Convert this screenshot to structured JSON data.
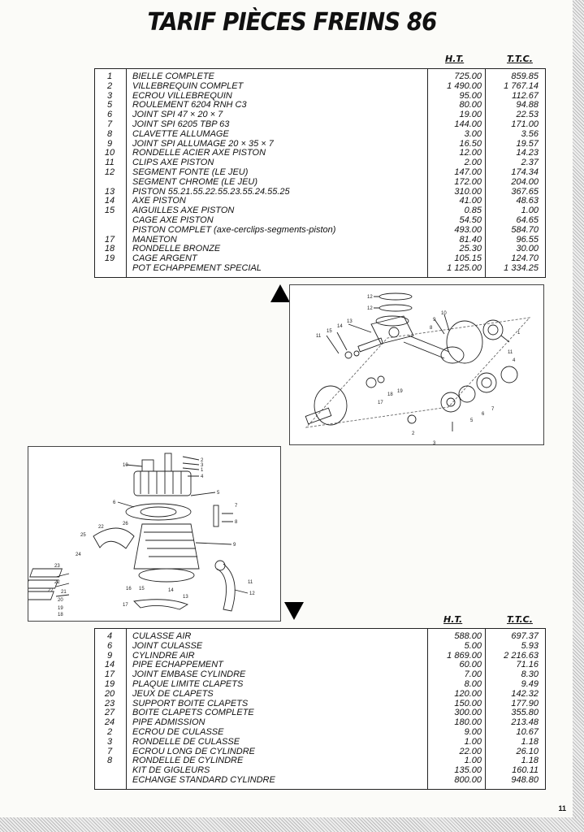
{
  "title": "TARIF PIÈCES FREINS 86",
  "col_ht": "H.T.",
  "col_ttc": "T.T.C.",
  "table1": [
    {
      "n": "1",
      "label": "BIELLE COMPLETE",
      "ht": "725.00",
      "ttc": "859.85"
    },
    {
      "n": "2",
      "label": "VILLEBREQUIN COMPLET",
      "ht": "1 490.00",
      "ttc": "1 767.14"
    },
    {
      "n": "3",
      "label": "ECROU VILLEBREQUIN",
      "ht": "95.00",
      "ttc": "112.67"
    },
    {
      "n": "5",
      "label": "ROULEMENT 6204 RNH C3",
      "ht": "80.00",
      "ttc": "94.88"
    },
    {
      "n": "6",
      "label": "JOINT SPI 47 × 20 × 7",
      "ht": "19.00",
      "ttc": "22.53"
    },
    {
      "n": "7",
      "label": "JOINT SPI 6205 TBP 63",
      "ht": "144.00",
      "ttc": "171.00"
    },
    {
      "n": "8",
      "label": "CLAVETTE ALLUMAGE",
      "ht": "3.00",
      "ttc": "3.56"
    },
    {
      "n": "9",
      "label": "JOINT SPI ALLUMAGE 20 × 35 × 7",
      "ht": "16.50",
      "ttc": "19.57"
    },
    {
      "n": "10",
      "label": "RONDELLE ACIER AXE PISTON",
      "ht": "12.00",
      "ttc": "14.23"
    },
    {
      "n": "11",
      "label": "CLIPS AXE PISTON",
      "ht": "2.00",
      "ttc": "2.37"
    },
    {
      "n": "12",
      "label": "SEGMENT FONTE (LE JEU)",
      "ht": "147.00",
      "ttc": "174.34"
    },
    {
      "n": "",
      "label": "SEGMENT CHROME (LE JEU)",
      "ht": "172.00",
      "ttc": "204.00"
    },
    {
      "n": "13",
      "label": "PISTON 55.21.55.22.55.23.55.24.55.25",
      "ht": "310.00",
      "ttc": "367.65"
    },
    {
      "n": "14",
      "label": "AXE PISTON",
      "ht": "41.00",
      "ttc": "48.63"
    },
    {
      "n": "15",
      "label": "AIGUILLES AXE PISTON",
      "ht": "0.85",
      "ttc": "1.00"
    },
    {
      "n": "",
      "label": "CAGE AXE PISTON",
      "ht": "54.50",
      "ttc": "64.65"
    },
    {
      "n": "",
      "label": "PISTON COMPLET (axe-cerclips-segments-piston)",
      "ht": "493.00",
      "ttc": "584.70"
    },
    {
      "n": "17",
      "label": "MANETON",
      "ht": "81.40",
      "ttc": "96.55"
    },
    {
      "n": "18",
      "label": "RONDELLE BRONZE",
      "ht": "25.30",
      "ttc": "30.00"
    },
    {
      "n": "19",
      "label": "CAGE ARGENT",
      "ht": "105.15",
      "ttc": "124.70"
    },
    {
      "n": "",
      "label": "POT ECHAPPEMENT SPECIAL",
      "ht": "1 125.00",
      "ttc": "1 334.25"
    }
  ],
  "table2": [
    {
      "n": "4",
      "label": "CULASSE AIR",
      "ht": "588.00",
      "ttc": "697.37"
    },
    {
      "n": "6",
      "label": "JOINT CULASSE",
      "ht": "5.00",
      "ttc": "5.93"
    },
    {
      "n": "9",
      "label": "CYLINDRE AIR",
      "ht": "1 869.00",
      "ttc": "2 216.63"
    },
    {
      "n": "14",
      "label": "PIPE ECHAPPEMENT",
      "ht": "60.00",
      "ttc": "71.16"
    },
    {
      "n": "17",
      "label": "JOINT EMBASE CYLINDRE",
      "ht": "7.00",
      "ttc": "8.30"
    },
    {
      "n": "19",
      "label": "PLAQUE LIMITE CLAPETS",
      "ht": "8.00",
      "ttc": "9.49"
    },
    {
      "n": "20",
      "label": "JEUX DE CLAPETS",
      "ht": "120.00",
      "ttc": "142.32"
    },
    {
      "n": "23",
      "label": "SUPPORT BOITE CLAPETS",
      "ht": "150.00",
      "ttc": "177.90"
    },
    {
      "n": "27",
      "label": "BOITE CLAPETS COMPLETE",
      "ht": "300.00",
      "ttc": "355.80"
    },
    {
      "n": "24",
      "label": "PIPE ADMISSION",
      "ht": "180.00",
      "ttc": "213.48"
    },
    {
      "n": "2",
      "label": "ECROU DE CULASSE",
      "ht": "9.00",
      "ttc": "10.67"
    },
    {
      "n": "3",
      "label": "RONDELLE DE CULASSE",
      "ht": "1.00",
      "ttc": "1.18"
    },
    {
      "n": "7",
      "label": "ECROU LONG DE CYLINDRE",
      "ht": "22.00",
      "ttc": "26.10"
    },
    {
      "n": "8",
      "label": "RONDELLE DE CYLINDRE",
      "ht": "1.00",
      "ttc": "1.18"
    },
    {
      "n": "",
      "label": "KIT DE GIGLEURS",
      "ht": "135.00",
      "ttc": "160.11"
    },
    {
      "n": "",
      "label": "ECHANGE STANDARD CYLINDRE",
      "ht": "800.00",
      "ttc": "948.80"
    }
  ],
  "diagram1_callouts": [
    "12",
    "12",
    "14",
    "13",
    "15",
    "11",
    "10",
    "9",
    "8",
    "6",
    "7",
    "5",
    "4",
    "3",
    "2",
    "1",
    "18",
    "17",
    "19",
    "11"
  ],
  "diagram2_callouts": [
    "10",
    "2",
    "3",
    "1",
    "4",
    "5",
    "6",
    "7",
    "8",
    "9",
    "22",
    "26",
    "25",
    "24",
    "23",
    "22",
    "21",
    "20",
    "19",
    "18",
    "27",
    "17",
    "16",
    "14",
    "15",
    "13",
    "12",
    "11"
  ],
  "page_number": "11"
}
